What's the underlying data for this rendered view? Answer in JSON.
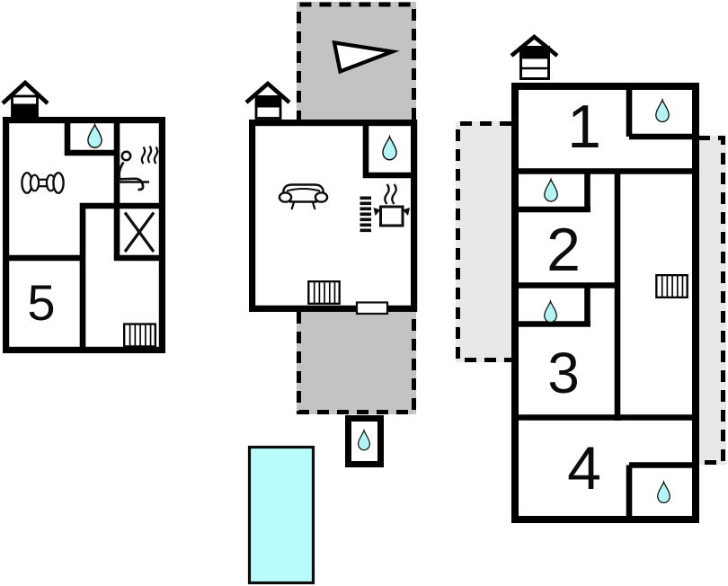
{
  "colors": {
    "wall": "#000000",
    "water_drop": "#b5f4f6",
    "pool": "#b9fcfc",
    "terrace_middle": "#c3c3c3",
    "terrace_side": "#e8e8e8",
    "background": "#ffffff"
  },
  "left_building": {
    "room5_label": "5",
    "icons": [
      "house-level-icon",
      "water-drop-icon",
      "sauna-icon",
      "dumbbell-icon",
      "cross-icon",
      "radiator-icon"
    ]
  },
  "middle_building": {
    "icons": [
      "house-level-icon",
      "north-arrow-icon",
      "water-drop-icon",
      "sofa-icon",
      "stove-icon",
      "kitchen-strip-icon",
      "radiator-icon",
      "door",
      "outbuilding-water-drop-icon",
      "pool"
    ]
  },
  "right_building": {
    "room1_label": "1",
    "room2_label": "2",
    "room3_label": "3",
    "room4_label": "4",
    "icons": [
      "house-level-icon",
      "water-drop-icon",
      "radiator-icon",
      "terrace-left",
      "terrace-right"
    ]
  }
}
